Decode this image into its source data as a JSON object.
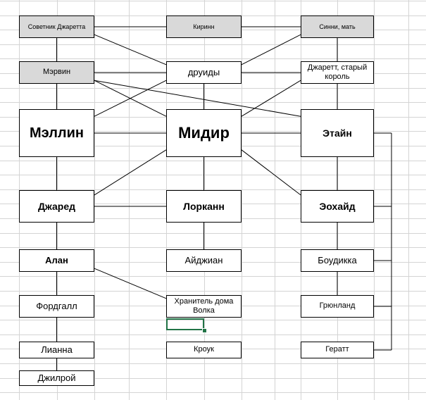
{
  "diagram": {
    "nodes": {
      "sovetnik": "Советник Джаретта",
      "kirinn": "Киринн",
      "sinni": "Синни, мать",
      "mervin": "Мэрвин",
      "druidy": "друиды",
      "dzharett": "Джаретт, старый король",
      "mellin": "Мэллин",
      "midir": "Мидир",
      "etain": "Этайн",
      "dzhared": "Джаред",
      "lorkann": "Лорканн",
      "eokhaid": "Эохайд",
      "alan": "Алан",
      "aidzhian": "Айджиан",
      "boudikka": "Боудикка",
      "khranitel": "Хранитель дома Волка",
      "fordgall": "Фордгалл",
      "gryunland": "Грюнланд",
      "lianna": "Лианна",
      "krouk": "Кроук",
      "geratt": "Гератт",
      "dzhilroi": "Джилрой"
    },
    "edges": [
      [
        "sovetnik",
        "kirinn"
      ],
      [
        "kirinn",
        "sinni"
      ],
      [
        "sovetnik",
        "mervin"
      ],
      [
        "sinni",
        "dzharett"
      ],
      [
        "sovetnik",
        "druidy"
      ],
      [
        "sinni",
        "druidy"
      ],
      [
        "mervin",
        "druidy"
      ],
      [
        "druidy",
        "dzharett"
      ],
      [
        "druidy",
        "midir"
      ],
      [
        "mervin",
        "midir"
      ],
      [
        "mervin",
        "mellin"
      ],
      [
        "dzharett",
        "etain"
      ],
      [
        "mervin",
        "etain"
      ],
      [
        "dzharett",
        "midir"
      ],
      [
        "druidy",
        "mellin"
      ],
      [
        "mellin",
        "midir"
      ],
      [
        "midir",
        "etain"
      ],
      [
        "mellin",
        "dzhared"
      ],
      [
        "midir",
        "lorkann"
      ],
      [
        "etain",
        "eokhaid"
      ],
      [
        "midir",
        "dzhared"
      ],
      [
        "midir",
        "eokhaid"
      ],
      [
        "dzhared",
        "lorkann"
      ],
      [
        "dzhared",
        "alan"
      ],
      [
        "lorkann",
        "aidzhian"
      ],
      [
        "eokhaid",
        "boudikka"
      ],
      [
        "alan",
        "khranitel"
      ],
      [
        "alan",
        "fordgall"
      ],
      [
        "boudikka",
        "gryunland"
      ],
      [
        "fordgall",
        "lianna"
      ],
      [
        "lianna",
        "dzhilroi"
      ]
    ],
    "bracket": {
      "from": [
        "etain",
        "eokhaid",
        "boudikka",
        "gryunland",
        "geratt"
      ]
    },
    "selected_cell": "empty"
  }
}
